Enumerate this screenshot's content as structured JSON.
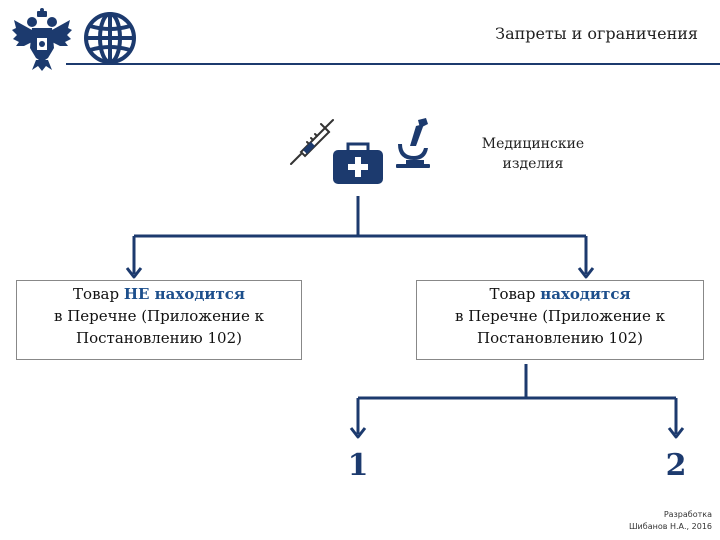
{
  "header": {
    "title": "Запреты и ограничения"
  },
  "category": {
    "label_line1": "Медицинские",
    "label_line2": "изделия"
  },
  "box_left": {
    "prefix": "Товар ",
    "highlight": "НЕ находится",
    "line2": "в Перечне (Приложение к",
    "line3": "Постановлению 102)"
  },
  "box_right": {
    "prefix": "Товар ",
    "highlight": "находится",
    "line2": "в Перечне (Приложение к",
    "line3": "Постановлению 102)"
  },
  "outcomes": {
    "left_number": "1",
    "right_number": "2"
  },
  "footer": {
    "line1": "Разработка",
    "line2": "Шибанов Н.А., 2016"
  },
  "icons": [
    "coat-of-arms-icon",
    "globe-icon",
    "syringe-icon",
    "medical-bag-icon",
    "microscope-icon"
  ],
  "colors": {
    "navy": "#1c3a6e",
    "highlight": "#1d4f8c"
  }
}
